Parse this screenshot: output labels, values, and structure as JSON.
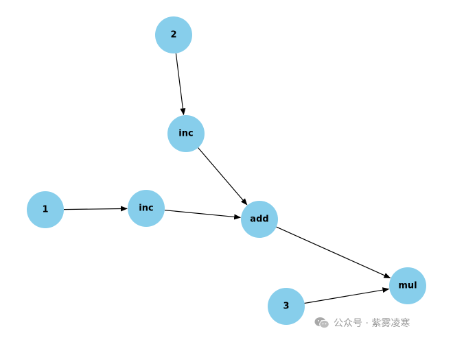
{
  "colors": {
    "node_fill": "#87CEEB",
    "edge": "#000000",
    "watermark": "#9a9a9a"
  },
  "nodes": [
    {
      "id": "n2",
      "label": "2"
    },
    {
      "id": "inc1",
      "label": "inc"
    },
    {
      "id": "n1",
      "label": "1"
    },
    {
      "id": "inc2",
      "label": "inc"
    },
    {
      "id": "add",
      "label": "add"
    },
    {
      "id": "n3",
      "label": "3"
    },
    {
      "id": "mul",
      "label": "mul"
    }
  ],
  "edges": [
    {
      "from": "n2",
      "to": "inc1"
    },
    {
      "from": "inc1",
      "to": "add"
    },
    {
      "from": "n1",
      "to": "inc2"
    },
    {
      "from": "inc2",
      "to": "add"
    },
    {
      "from": "add",
      "to": "mul"
    },
    {
      "from": "n3",
      "to": "mul"
    }
  ],
  "watermark": {
    "icon": "wechat-icon",
    "text": "公众号 · 紫雾凌寒"
  }
}
